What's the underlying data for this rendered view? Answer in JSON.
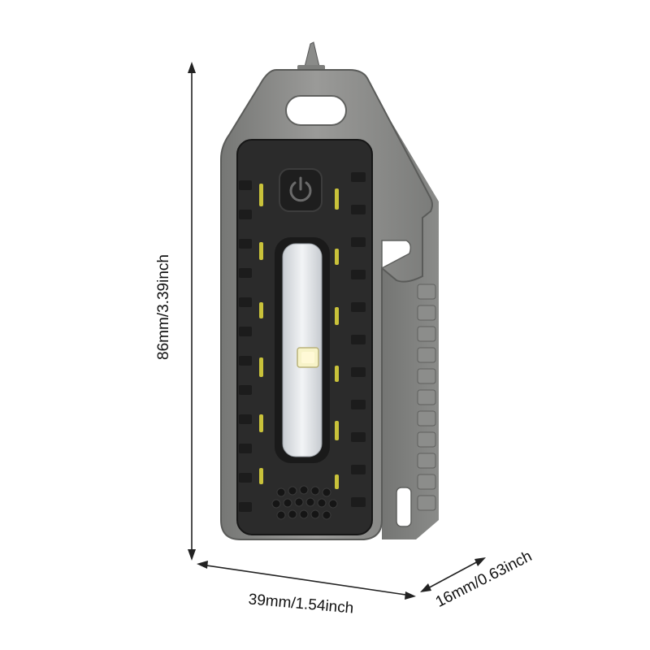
{
  "dimensions": {
    "height": "86mm/3.39inch",
    "width": "39mm/1.54inch",
    "depth": "16mm/0.63inch"
  },
  "colors": {
    "body_metal": "#8e8e8c",
    "body_metal_dark": "#5e5f5e",
    "rubber": "#2b2b2b",
    "rubber_dark": "#1c1c1c",
    "accent_yellow": "#c9c23a",
    "lens": "#e9ecef",
    "led": "#f7f3c8"
  },
  "icons": {
    "power_button": "power-icon"
  }
}
